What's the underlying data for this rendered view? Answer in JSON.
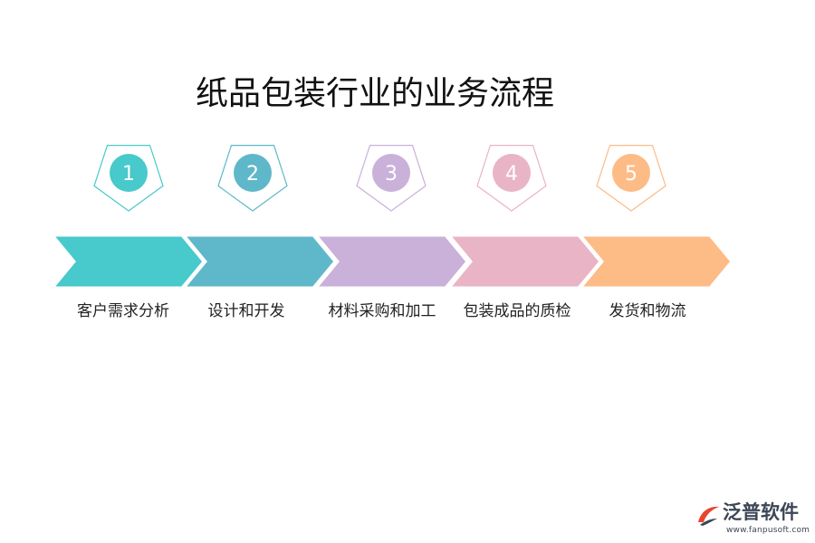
{
  "title": "纸品包装行业的业务流程",
  "steps": [
    {
      "number": "1",
      "label": "客户需求分析",
      "color": "#48C9CB"
    },
    {
      "number": "2",
      "label": "设计和开发",
      "color": "#5FB8C9"
    },
    {
      "number": "3",
      "label": "材料采购和加工",
      "color": "#C9B1D9"
    },
    {
      "number": "4",
      "label": "包装成品的质检",
      "color": "#E9B4C6"
    },
    {
      "number": "5",
      "label": "发货和物流",
      "color": "#FDBB86"
    }
  ],
  "brand": {
    "name": "泛普软件",
    "url": "www.fanpusoft.com",
    "accent_color": "#E8452E"
  }
}
